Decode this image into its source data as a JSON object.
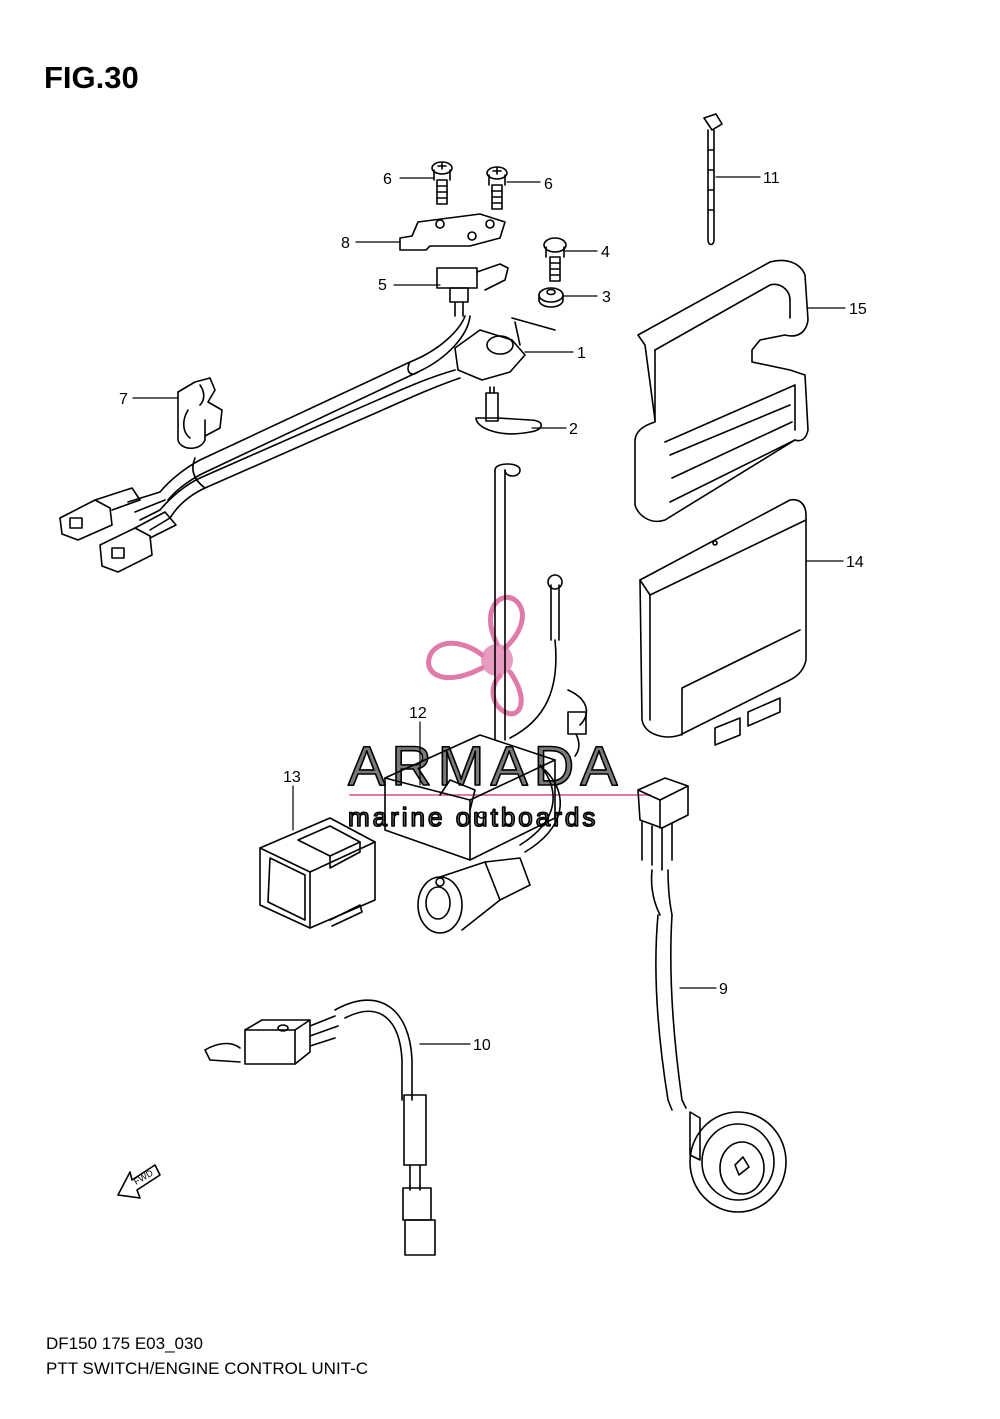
{
  "figure": {
    "title": "FIG.30",
    "footer_code": "DF150 175 E03_030",
    "footer_desc": "PTT SWITCH/ENGINE CONTROL UNIT-C"
  },
  "watermark": {
    "brand": "ARMADA",
    "tagline": "marine outboards",
    "color": "#e07aa8"
  },
  "arrow_label": "FWD",
  "callouts": [
    "1",
    "2",
    "3",
    "4",
    "5",
    "6",
    "6",
    "7",
    "8",
    "9",
    "10",
    "11",
    "12",
    "13",
    "14",
    "15"
  ]
}
